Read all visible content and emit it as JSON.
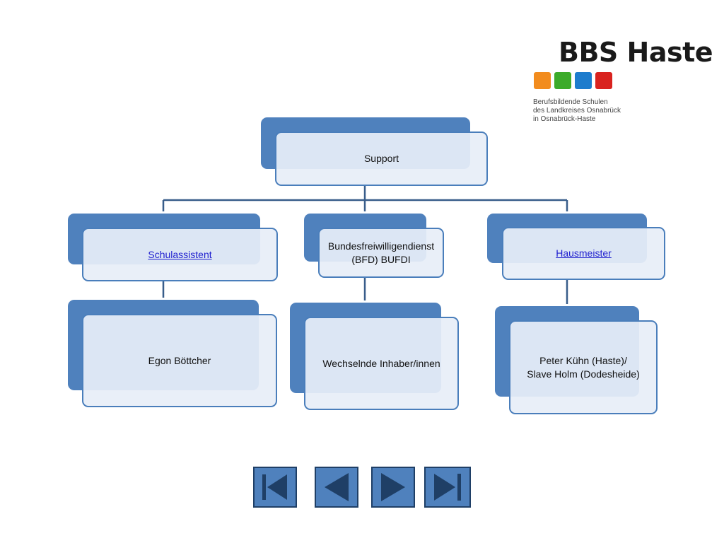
{
  "logo": {
    "title": "BBS Haste",
    "subtitle_lines": [
      "Berufsbildende Schulen",
      "des Landkreises Osnabrück",
      "in Osnabrück-Haste"
    ],
    "colors": [
      "#f28c1e",
      "#3cab2a",
      "#1d7ccd",
      "#d9231f"
    ]
  },
  "org_chart": {
    "root": "Support",
    "branches": [
      {
        "role": "Schulassistent",
        "role_is_link": true,
        "person": "Egon Böttcher"
      },
      {
        "role_line1": "Bundesfreiwilligendienst",
        "role_line2": "(BFD) BUFDI",
        "person": "Wechselnde Inhaber/innen"
      },
      {
        "role": "Hausmeister",
        "role_is_link": true,
        "person_line1": "Peter Kühn (Haste)/",
        "person_line2": "Slave Holm (Dodesheide)"
      }
    ]
  },
  "colors": {
    "box_fill": "#4f81bd",
    "box_border": "#4a7ebb",
    "connector": "#385d8a",
    "link": "#1f1fcf"
  },
  "navigation": {
    "buttons": [
      "first-slide-icon",
      "previous-slide-icon",
      "next-slide-icon",
      "last-slide-icon"
    ]
  }
}
